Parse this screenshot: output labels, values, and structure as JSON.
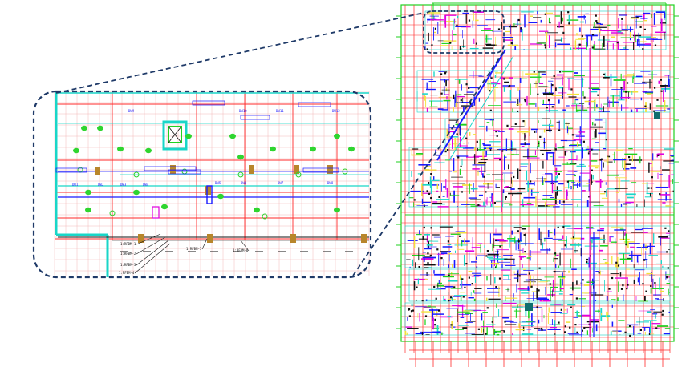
{
  "figure": {
    "colors": {
      "background": "#ffffff",
      "callout_border": "#1f3a68",
      "red_lines": "#ff2a2a",
      "green_lines": "#1fd21f",
      "cyan_walls": "#19d6c8",
      "blue_ducts": "#1a1aff",
      "magenta": "#e000e0",
      "fixture_green": "#2fd52f",
      "column_tan": "#b8862b",
      "black_pipes": "#111111"
    },
    "detail": {
      "room_labels": [
        "DW1",
        "DW2",
        "DW3",
        "DW4",
        "DW5",
        "DW6",
        "DW7",
        "DW8",
        "DW9",
        "DW10",
        "DW11",
        "DW12"
      ],
      "tags": [
        "1:RFBM-1",
        "1:RFBM-2",
        "1:RFBM-3",
        "1:RFBM-4",
        "1:RFBM-5",
        "1:RFBM-6"
      ]
    }
  }
}
